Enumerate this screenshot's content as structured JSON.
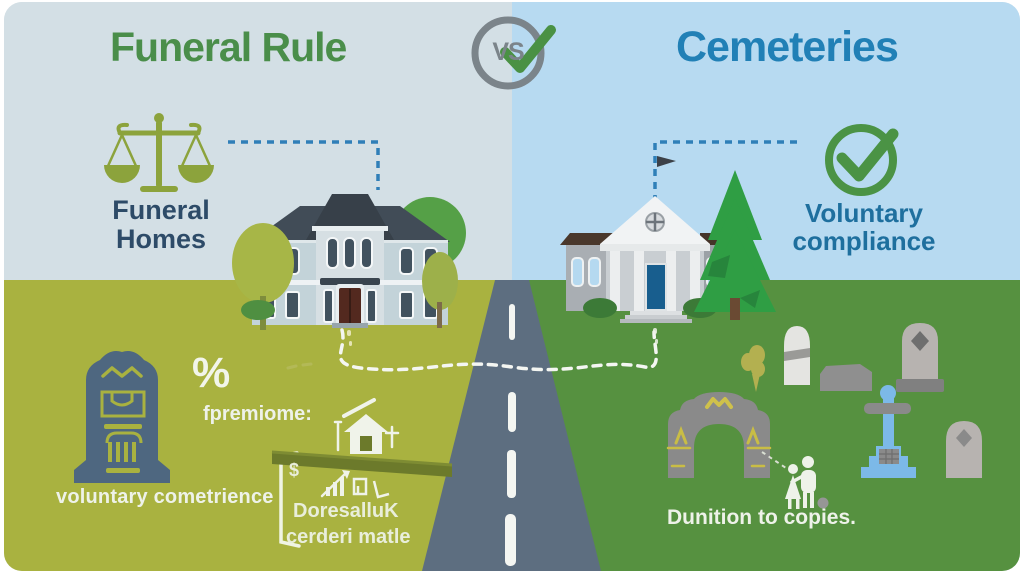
{
  "header": {
    "left_title": "Funeral Rule",
    "vs_label": "VS",
    "right_title": "Cemeteries"
  },
  "left_panel": {
    "heading": "Funeral Homes",
    "percent_symbol": "%",
    "premium_label": "fpremiome:",
    "caption": "voluntary cometrience",
    "dollar_symbol": "$",
    "note_line1": "DoresalluK",
    "note_line2": "cerderi matle"
  },
  "right_panel": {
    "heading": "Voluntary compliance",
    "caption": "Dunition to copies."
  },
  "icons": {
    "vs_badge": "circle-with-vs-and-checkmark",
    "scales": "scales-of-justice",
    "compliance_check": "checkmark-in-circle",
    "monument": "tombstone-monument",
    "percent": "percent-sign",
    "pricing_doodles": "house-plank-chart-sketch",
    "gate": "cemetery-arch-gate",
    "visitors": "couple-figures-with-ball",
    "gravestones": "rounded-headstones-and-slab",
    "cross_monument": "blue-cross-headstone",
    "funeral_home": "funeral-home-building",
    "cemetery_chapel": "classical-chapel-building",
    "pine": "pine-tree",
    "road": "dividing-road-dashed-centerline",
    "trail": "wavy-dashed-path"
  },
  "colors": {
    "left_title": "#4a8e4a",
    "right_title": "#2180b6",
    "heading_navy": "#2d4b68",
    "compliance_blue": "#1e6f9e",
    "check_green": "#4b9345",
    "connector_blue": "#2f7fb8",
    "sky_left": "#d3dfe5",
    "sky_right": "#b7daf1",
    "ground_left": "#a9b240",
    "ground_right": "#569140",
    "road": "#5d6e80",
    "white_text": "#f2f5ea",
    "monument_slate": "#4e6780",
    "badge_gray": "#7b848a"
  }
}
